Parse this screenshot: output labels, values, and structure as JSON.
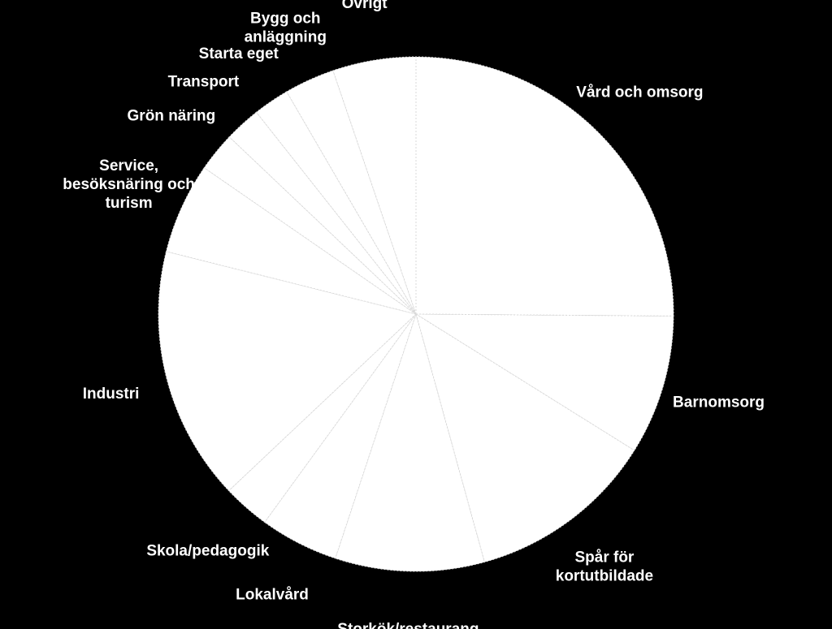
{
  "background": "#000000",
  "slice_color": "#ffffff",
  "slice_edge_color": "#d9d9d9",
  "label_color": "#ffffff",
  "chart_data": {
    "type": "pie",
    "title": "",
    "start": "12 o'clock",
    "direction": "clockwise",
    "slices": [
      {
        "label": [
          "Vård och omsorg"
        ],
        "value": 25.5
      },
      {
        "label": [
          "Barnomsorg"
        ],
        "value": 8.9
      },
      {
        "label": [
          "Spår för",
          "kortutbildade"
        ],
        "value": 12.0
      },
      {
        "label": [
          "Storkök/restaurang"
        ],
        "value": 9.5
      },
      {
        "label": [
          "Lokalvård"
        ],
        "value": 5.0
      },
      {
        "label": [
          "Skola/pedagogik"
        ],
        "value": 3.0
      },
      {
        "label": [
          "Industri"
        ],
        "value": 16.2
      },
      {
        "label": [
          "Service,",
          "besöksnäring och",
          "turism"
        ],
        "value": 5.8
      },
      {
        "label": [
          "Grön näring"
        ],
        "value": 2.5
      },
      {
        "label": [
          "Transport"
        ],
        "value": 2.3
      },
      {
        "label": [
          "Starta eget"
        ],
        "value": 2.3
      },
      {
        "label": [
          "Bygg och",
          "anläggning"
        ],
        "value": 3.2
      },
      {
        "label": [
          "Övrigt"
        ],
        "value": 5.3
      }
    ]
  }
}
